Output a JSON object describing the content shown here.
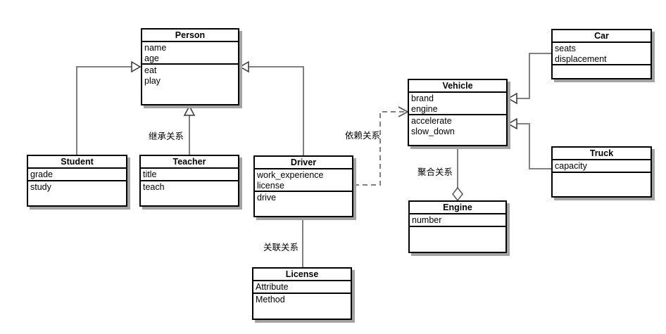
{
  "diagram": {
    "type": "uml-class-diagram",
    "classes": {
      "person": {
        "title": "Person",
        "attributes": [
          "name",
          "age"
        ],
        "methods": [
          "eat",
          "play"
        ]
      },
      "student": {
        "title": "Student",
        "attributes": [
          "grade"
        ],
        "methods": [
          "study"
        ]
      },
      "teacher": {
        "title": "Teacher",
        "attributes": [
          "title"
        ],
        "methods": [
          "teach"
        ]
      },
      "driver": {
        "title": "Driver",
        "attributes": [
          "work_experience",
          "license"
        ],
        "methods": [
          "drive"
        ]
      },
      "license": {
        "title": "License",
        "attributes": [
          "Attribute"
        ],
        "methods": [
          "Method"
        ]
      },
      "vehicle": {
        "title": "Vehicle",
        "attributes": [
          "brand",
          "engine"
        ],
        "methods": [
          "accelerate",
          "slow_down"
        ]
      },
      "engine": {
        "title": "Engine",
        "attributes": [
          "number"
        ],
        "methods": []
      },
      "car": {
        "title": "Car",
        "attributes": [
          "seats",
          "displacement"
        ],
        "methods": []
      },
      "truck": {
        "title": "Truck",
        "attributes": [
          "capacity"
        ],
        "methods": []
      }
    },
    "relationship_labels": {
      "inheritance": "继承关系",
      "dependency": "依赖关系",
      "association": "关联关系",
      "aggregation": "聚合关系"
    },
    "colors": {
      "background": "#ffffff",
      "box_fill": "#ffffff",
      "box_border": "#000000",
      "box_shadow": "#a3a3a3",
      "connector_line": "#808080",
      "arrowhead_stroke": "#333333",
      "text": "#000000"
    }
  }
}
